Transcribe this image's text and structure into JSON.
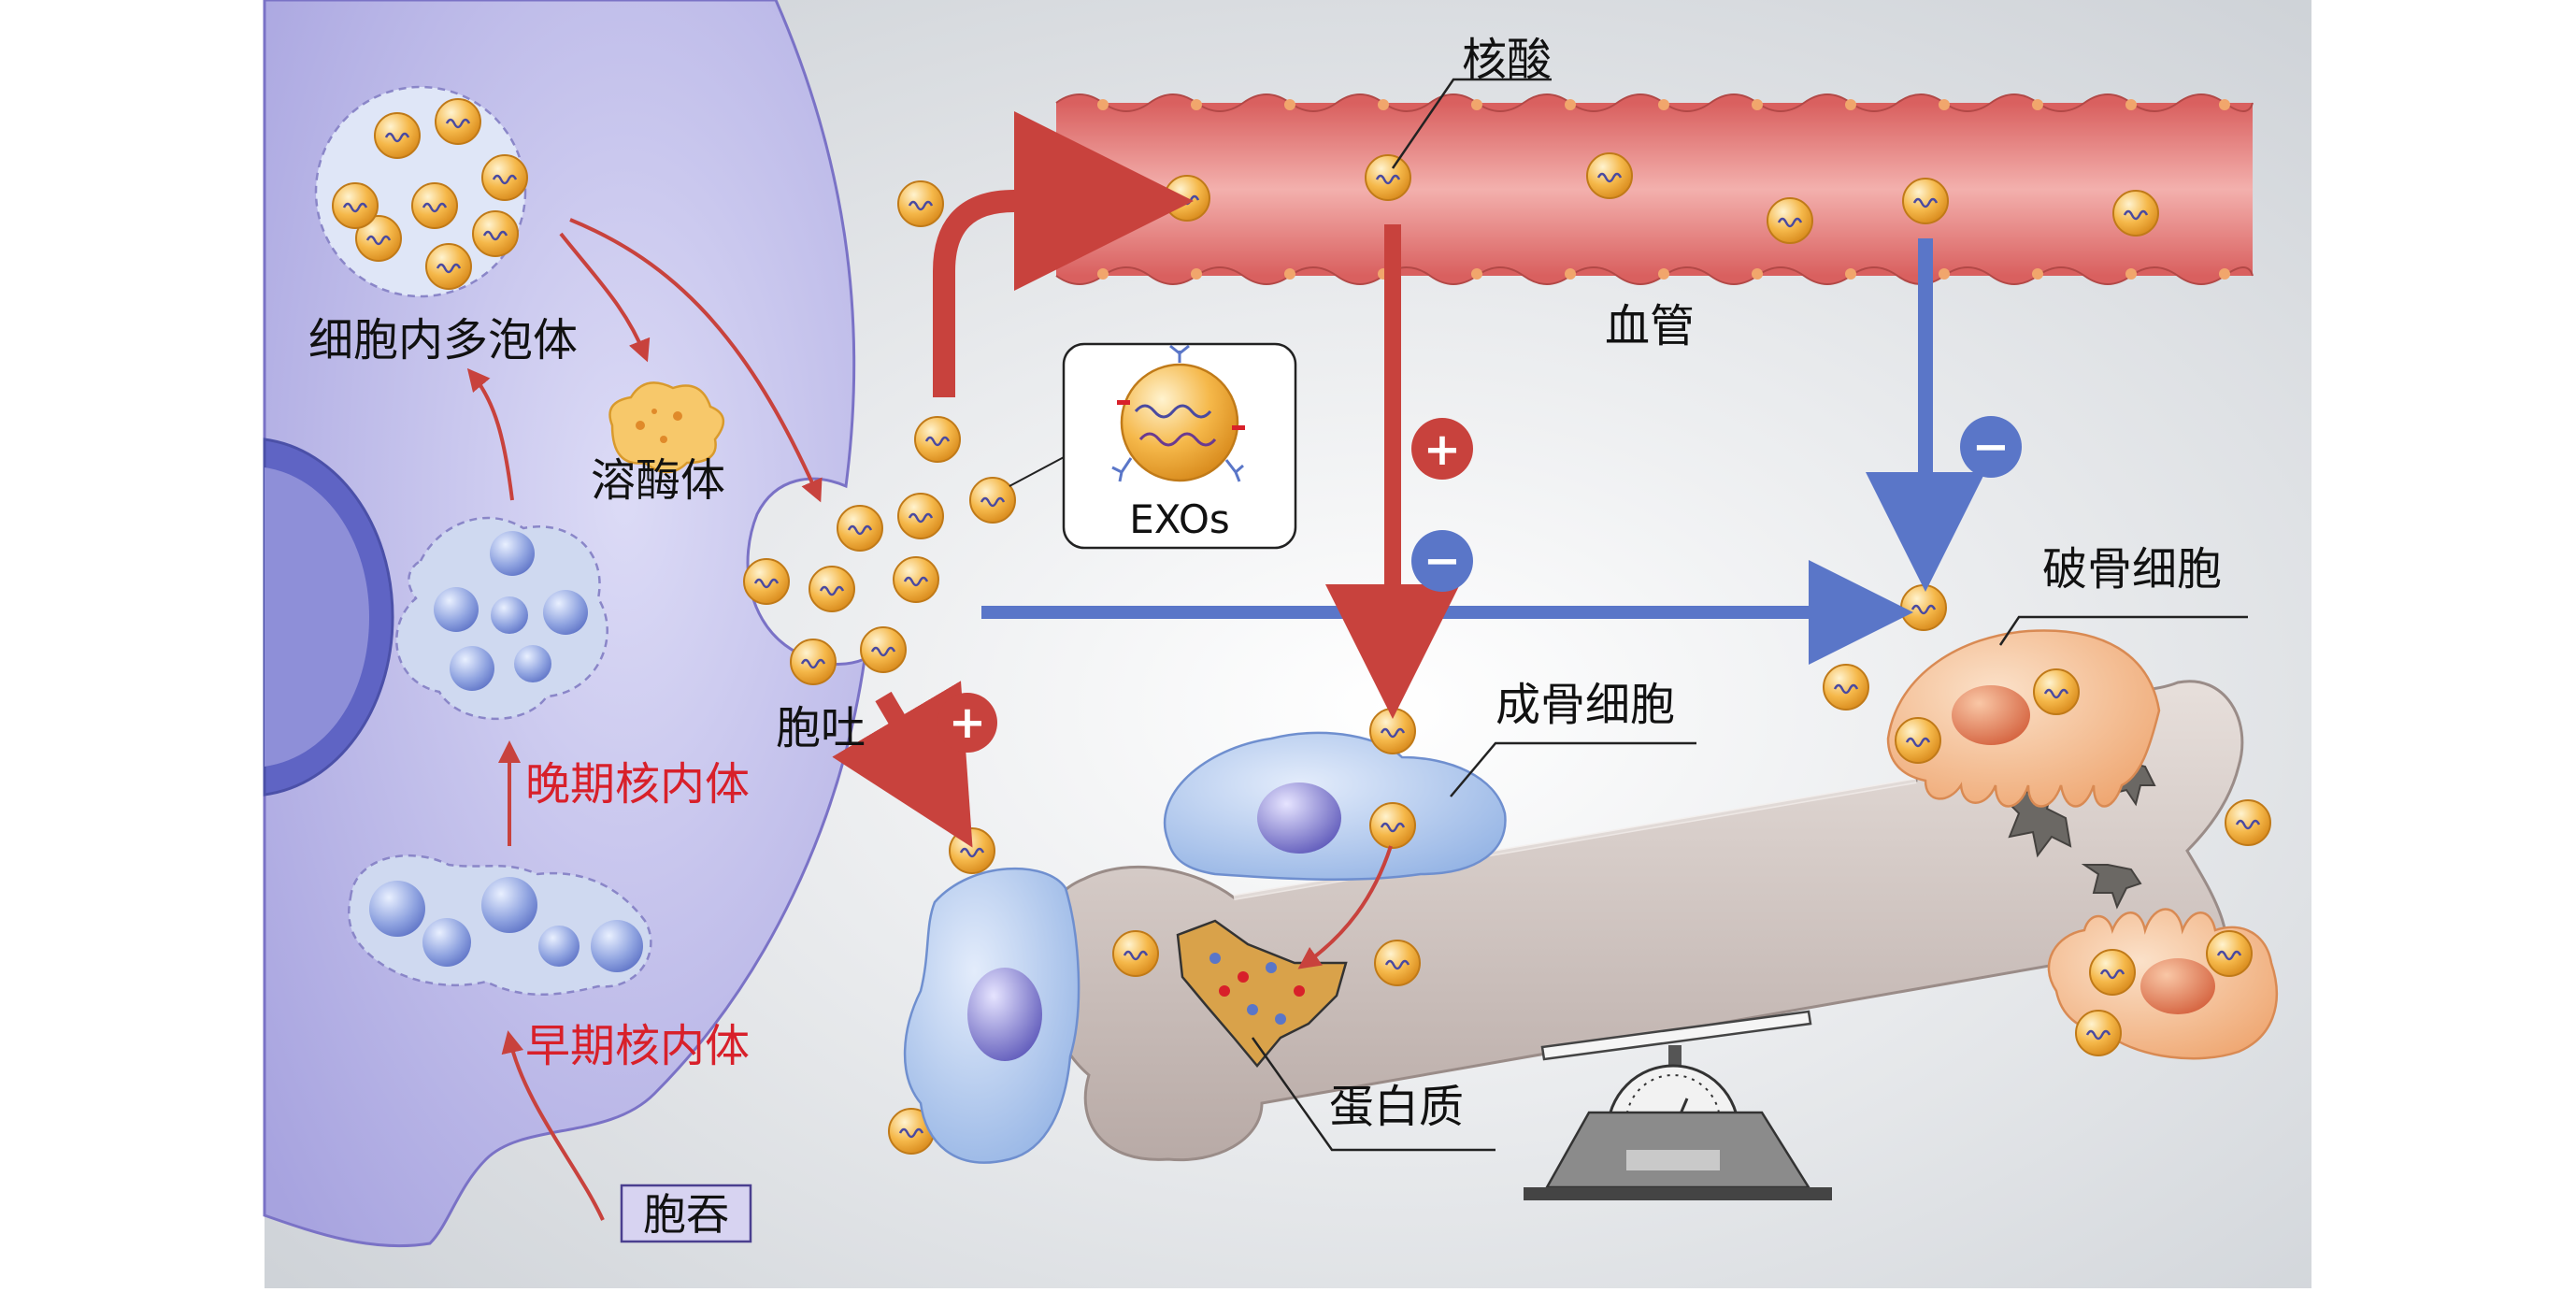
{
  "labels": {
    "nucleic_acid": "核酸",
    "blood_vessel": "血管",
    "mvb": "细胞内多泡体",
    "lysosome": "溶酶体",
    "late_endosome": "晚期核内体",
    "early_endosome": "早期核内体",
    "endocytosis": "胞吞",
    "exocytosis": "胞吐",
    "exos": "EXOs",
    "osteoblast": "成骨细胞",
    "osteoclast": "破骨细胞",
    "protein": "蛋白质"
  },
  "signs": {
    "plus": "+",
    "minus": "−"
  },
  "colors": {
    "red_arrow": "#c8423d",
    "blue_arrow": "#5a76c8",
    "red_text": "#d8202a",
    "cell_purple": "#b9b6e6",
    "vessel_red": "#e07a78",
    "exo_orange": "#f3b345"
  }
}
